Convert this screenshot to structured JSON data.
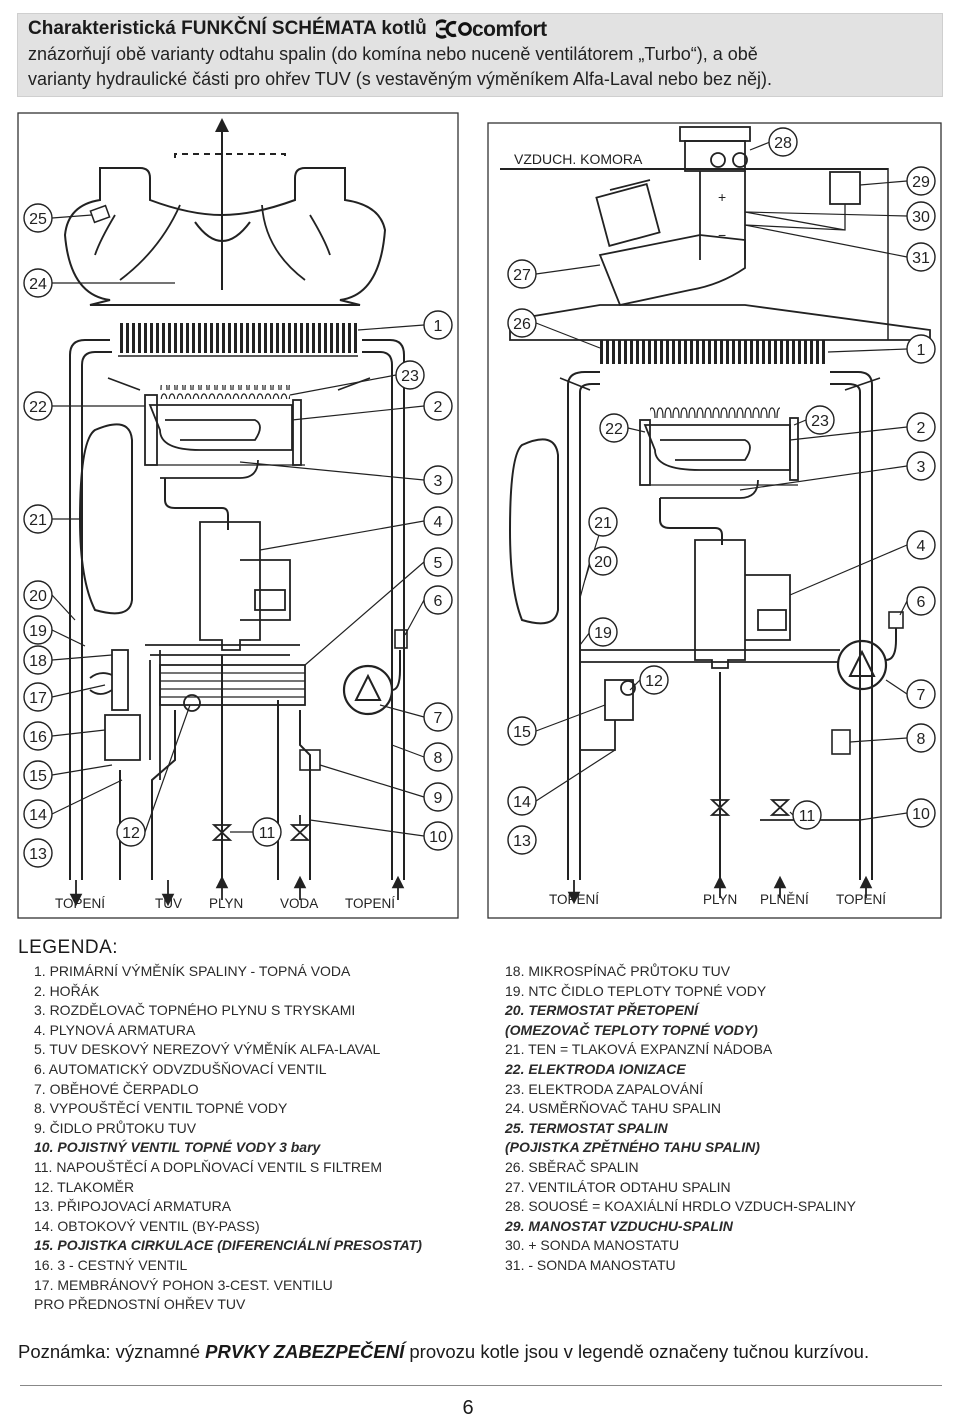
{
  "header": {
    "title": "Charakteristická FUNKČNÍ SCHÉMATA kotlů",
    "logo_eco": "ECO",
    "logo_comfort": "comfort",
    "line2": "znázorňují obě varianty odtahu spalin (do komína nebo nuceně ventilátorem „Turbo“), a obě",
    "line3": "varianty hydraulické části pro ohřev TUV (s vestavěným výměníkem Alfa-Laval nebo bez něj)."
  },
  "diagram_left": {
    "callouts": [
      "25",
      "24",
      "1",
      "23",
      "22",
      "2",
      "3",
      "21",
      "4",
      "5",
      "20",
      "6",
      "19",
      "18",
      "17",
      "7",
      "16",
      "8",
      "15",
      "9",
      "14",
      "12",
      "11",
      "10",
      "13"
    ],
    "bottom_labels": [
      "TOPENÍ",
      "TUV",
      "PLYN",
      "VODA",
      "TOPENÍ"
    ]
  },
  "diagram_right": {
    "chamber_label": "VZDUCH. KOMORA",
    "callouts": [
      "28",
      "29",
      "30",
      "31",
      "27",
      "26",
      "1",
      "22",
      "23",
      "2",
      "3",
      "21",
      "4",
      "20",
      "6",
      "19",
      "12",
      "7",
      "15",
      "8",
      "14",
      "11",
      "10",
      "13"
    ],
    "bottom_labels": [
      "TOPENÍ",
      "PLYN",
      "PLNĚNÍ",
      "TOPENÍ"
    ]
  },
  "legend": {
    "title": "LEGENDA:",
    "left": [
      {
        "text": "1. PRIMÁRNÍ VÝMĚNÍK SPALINY - TOPNÁ VODA",
        "bold": false
      },
      {
        "text": "2. HOŘÁK",
        "bold": false
      },
      {
        "text": "3. ROZDĚLOVAČ TOPNÉHO PLYNU S TRYSKAMI",
        "bold": false
      },
      {
        "text": "4. PLYNOVÁ ARMATURA",
        "bold": false
      },
      {
        "text": "5. TUV DESKOVÝ NEREZOVÝ VÝMĚNÍK ALFA-LAVAL",
        "bold": false
      },
      {
        "text": "6. AUTOMATICKÝ  ODVZDUŠŇOVACÍ VENTIL",
        "bold": false
      },
      {
        "text": "7. OBĚHOVÉ ČERPADLO",
        "bold": false
      },
      {
        "text": "8. VYPOUŠTĚCÍ VENTIL TOPNÉ VODY",
        "bold": false
      },
      {
        "text": "9. ČIDLO PRŮTOKU TUV",
        "bold": false
      },
      {
        "text": "10. POJISTNÝ VENTIL TOPNÉ VODY 3 bary",
        "bold": true
      },
      {
        "text": "11. NAPOUŠTĚCÍ A DOPLŇOVACÍ VENTIL S FILTREM",
        "bold": false
      },
      {
        "text": "12. TLAKOMĚR",
        "bold": false
      },
      {
        "text": "13. PŘIPOJOVACÍ ARMATURA",
        "bold": false
      },
      {
        "text": "14. OBTOKOVÝ VENTIL (BY-PASS)",
        "bold": false
      },
      {
        "text": "15. POJISTKA CIRKULACE (DIFERENCIÁLNÍ PRESOSTAT)",
        "bold": true
      },
      {
        "text": "16. 3 - CESTNÝ VENTIL",
        "bold": false
      },
      {
        "text": "17. MEMBRÁNOVÝ POHON 3-CEST. VENTILU",
        "bold": false
      },
      {
        "text": "      PRO PŘEDNOSTNÍ OHŘEV TUV",
        "bold": false
      }
    ],
    "right": [
      {
        "text": "18. MIKROSPÍNAČ PRŮTOKU TUV",
        "bold": false
      },
      {
        "text": "19. NTC ČIDLO TEPLOTY TOPNÉ VODY",
        "bold": false
      },
      {
        "text": "20. TERMOSTAT PŘETOPENÍ",
        "bold": true
      },
      {
        "text": "          (OMEZOVAČ TEPLOTY TOPNÉ VODY)",
        "bold": true
      },
      {
        "text": "21. TEN = TLAKOVÁ EXPANZNÍ NÁDOBA",
        "bold": false
      },
      {
        "text": "22. ELEKTRODA IONIZACE",
        "bold": true
      },
      {
        "text": "23. ELEKTRODA ZAPALOVÁNÍ",
        "bold": false
      },
      {
        "text": "24. USMĚRŇOVAČ TAHU SPALIN",
        "bold": false
      },
      {
        "text": "25. TERMOSTAT SPALIN",
        "bold": true
      },
      {
        "text": "      (POJISTKA ZPĚTNÉHO TAHU SPALIN)",
        "bold": true
      },
      {
        "text": "26. SBĚRAČ SPALIN",
        "bold": false
      },
      {
        "text": "27. VENTILÁTOR ODTAHU SPALIN",
        "bold": false
      },
      {
        "text": "28. SOUOSÉ = KOAXIÁLNÍ HRDLO VZDUCH-SPALINY",
        "bold": false
      },
      {
        "text": "29. MANOSTAT VZDUCHU-SPALIN",
        "bold": true
      },
      {
        "text": "30. +  SONDA MANOSTATU",
        "bold": false
      },
      {
        "text": "31.  -  SONDA MANOSTATU",
        "bold": false
      }
    ]
  },
  "note": {
    "prefix": "Poznámka: významné ",
    "emphasis": "PRVKY ZABEZPEČENÍ",
    "suffix": " provozu kotle jsou v legendě označeny tučnou kurzívou."
  },
  "page_number": "6"
}
